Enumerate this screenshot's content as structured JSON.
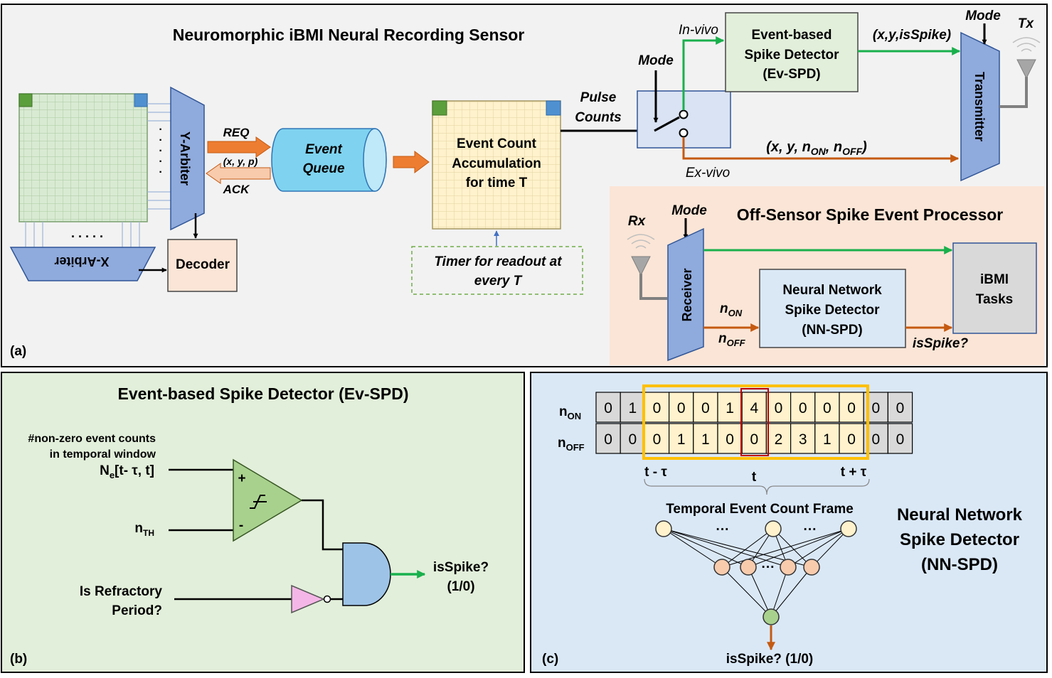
{
  "panel_a": {
    "title": "Neuromorphic iBMI Neural Recording Sensor",
    "label": "(a)",
    "y_arbiter": "Y-Arbiter",
    "x_arbiter": "X-Arbiter",
    "decoder": "Decoder",
    "dots_vertical": "·\n·\n·\n·\n·",
    "dots_horizontal": ". . . . .",
    "req": "REQ",
    "xyp": "(x, y, p)",
    "ack": "ACK",
    "event_queue": [
      "Event",
      "Queue"
    ],
    "accumulation": [
      "Event Count",
      "Accumulation",
      "for time T"
    ],
    "timer": [
      "Timer for readout at",
      "every T"
    ],
    "pulse_counts": [
      "Pulse",
      "Counts"
    ],
    "mode": "Mode",
    "in_vivo": "In-vivo",
    "ex_vivo": "Ex-vivo",
    "ev_spd": [
      "Event-based",
      "Spike Detector",
      "(Ev-SPD)"
    ],
    "xy_isspike": "(x,y,isSpike)",
    "ex_vivo_out": {
      "prefix": "(x, y, n",
      "on_sub": "ON",
      "sep": ", n",
      "off_sub": "OFF",
      "suffix": ")"
    },
    "transmitter": "Transmitter",
    "tx": "Tx"
  },
  "off_sensor": {
    "title": "Off-Sensor Spike Event Processor",
    "rx": "Rx",
    "mode": "Mode",
    "receiver": "Receiver",
    "nn_spd": [
      "Neural Network",
      "Spike Detector",
      "(NN-SPD)"
    ],
    "ibmi": [
      "iBMI",
      "Tasks"
    ],
    "n_on": {
      "base": "n",
      "sub": "ON"
    },
    "n_off": {
      "base": "n",
      "sub": "OFF"
    },
    "isspike": "isSpike?"
  },
  "panel_b": {
    "title": "Event-based Spike Detector (Ev-SPD)",
    "label": "(b)",
    "input1_desc": [
      "#non-zero event counts",
      "in temporal window"
    ],
    "input1": {
      "base": "N",
      "sub": "e",
      "rest": "[t- τ, t]"
    },
    "input2": {
      "base": "n",
      "sub": "TH"
    },
    "input3": [
      "Is Refractory",
      "Period?"
    ],
    "plus": "+",
    "minus": "-",
    "output": [
      "isSpike?",
      "(1/0)"
    ]
  },
  "panel_c": {
    "label": "(c)",
    "row_on": {
      "base": "n",
      "sub": "ON"
    },
    "row_off": {
      "base": "n",
      "sub": "OFF"
    },
    "n_on_values": [
      "0",
      "1",
      "0",
      "0",
      "0",
      "1",
      "4",
      "0",
      "0",
      "0",
      "0",
      "0",
      "0"
    ],
    "n_off_values": [
      "0",
      "0",
      "0",
      "1",
      "1",
      "0",
      "0",
      "2",
      "3",
      "1",
      "0",
      "0",
      "0"
    ],
    "t_minus": "t - τ",
    "t": "t",
    "t_plus": "t + τ",
    "frame_label": "Temporal Event Count Frame",
    "title": [
      "Neural Network",
      "Spike Detector",
      "(NN-SPD)"
    ],
    "ellipsis": "···",
    "output": "isSpike? (1/0)"
  },
  "colors": {
    "green_arrow": "#19b04c",
    "orange_arrow": "#c55a11",
    "panel_a_bg": "#f2f2f2",
    "off_sensor_bg": "#fbe5d6",
    "panel_b_bg": "#e2efda",
    "panel_c_bg": "#dae8f6",
    "window_highlight": "#ffc000",
    "center_highlight": "#c00000"
  }
}
